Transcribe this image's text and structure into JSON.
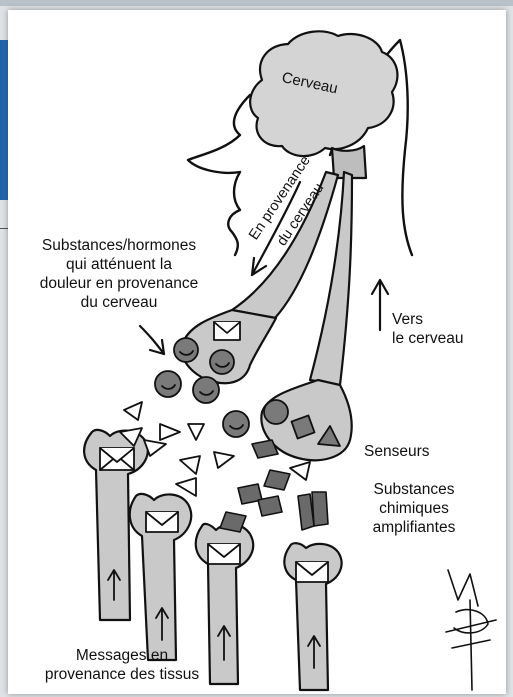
{
  "labels": {
    "brain": "Cerveau",
    "from_brain_1": "En provenance",
    "from_brain_2": "du cerveau",
    "substances": "Substances/hormones\nqui atténuent la\ndouleur en provenance\ndu cerveau",
    "to_brain": "Vers\nle cerveau",
    "sensors": "Senseurs",
    "amplifying": "Substances\nchimiques\namplifiantes",
    "messages": "Messages en\nprovenance des tissus"
  },
  "signature": "ARNOLD DRAW",
  "colors": {
    "ink": "#111111",
    "brain_fill": "#d4d4d4",
    "nerve_fill": "#c9c9c9",
    "chemical_fill": "#6a6a6a",
    "accent_blue": "#2a72c0"
  },
  "icons": [
    "envelope-icon",
    "smiley-icon",
    "triangle-icon",
    "square-icon",
    "circle-icon"
  ]
}
